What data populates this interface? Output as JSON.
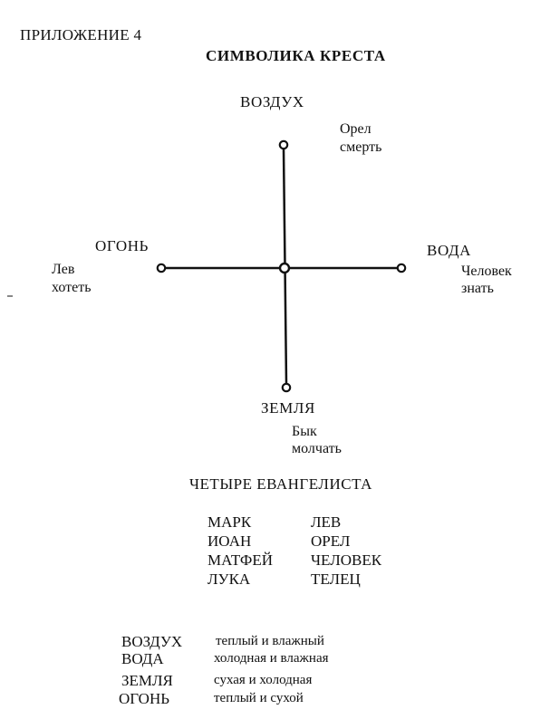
{
  "header": {
    "appendix": "ПРИЛОЖЕНИЕ 4",
    "title": "СИМВОЛИКА КРЕСТА"
  },
  "cross": {
    "top": {
      "element": "ВОЗДУХ",
      "symbol": "Орел",
      "verb": "смерть"
    },
    "left": {
      "element": "ОГОНЬ",
      "symbol": "Лев",
      "verb": "хотеть"
    },
    "right": {
      "element": "ВОДА",
      "symbol": "Человек",
      "verb": "знать"
    },
    "bottom": {
      "element": "ЗЕМЛЯ",
      "symbol": "Бык",
      "verb": "молчать"
    }
  },
  "evangelists": {
    "title": "ЧЕТЫРЕ ЕВАНГЕЛИСТА",
    "rows": [
      {
        "name": "МАРК",
        "symbol": "ЛЕВ"
      },
      {
        "name": "ИОАН",
        "symbol": "ОРЕЛ"
      },
      {
        "name": "МАТФЕЙ",
        "symbol": "ЧЕЛОВЕК"
      },
      {
        "name": "ЛУКА",
        "symbol": "ТЕЛЕЦ"
      }
    ]
  },
  "properties": [
    {
      "element": "ВОЗДУХ",
      "quality": "теплый и влажный"
    },
    {
      "element": "ВОДА",
      "quality": "холодная и влажная"
    },
    {
      "element": "ЗЕМЛЯ",
      "quality": "сухая и холодная"
    },
    {
      "element": "ОГОНЬ",
      "quality": "теплый и сухой"
    }
  ]
}
